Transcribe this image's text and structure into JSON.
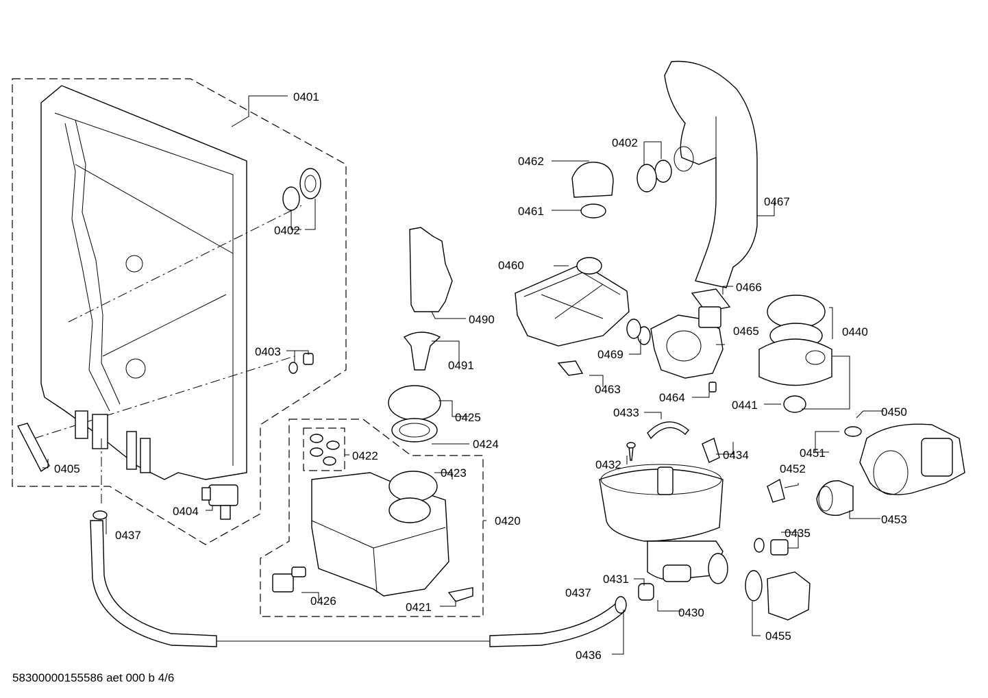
{
  "diagram": {
    "labels": {
      "l0401": "0401",
      "l0402a": "0402",
      "l0402b": "0402",
      "l0403": "0403",
      "l0404": "0404",
      "l0405": "0405",
      "l0437a": "0437",
      "l0437b": "0437",
      "l0420": "0420",
      "l0421": "0421",
      "l0422": "0422",
      "l0423": "0423",
      "l0424": "0424",
      "l0425": "0425",
      "l0426": "0426",
      "l0430": "0430",
      "l0431": "0431",
      "l0432": "0432",
      "l0433": "0433",
      "l0434": "0434",
      "l0435": "0435",
      "l0436": "0436",
      "l0440": "0440",
      "l0441": "0441",
      "l0450": "0450",
      "l0451": "0451",
      "l0452": "0452",
      "l0453": "0453",
      "l0455": "0455",
      "l0460": "0460",
      "l0461": "0461",
      "l0462": "0462",
      "l0463": "0463",
      "l0464": "0464",
      "l0465": "0465",
      "l0466": "0466",
      "l0467": "0467",
      "l0469": "0469",
      "l0490": "0490",
      "l0491": "0491"
    },
    "footer": "58300000155586 aet 000 b 4/6"
  }
}
